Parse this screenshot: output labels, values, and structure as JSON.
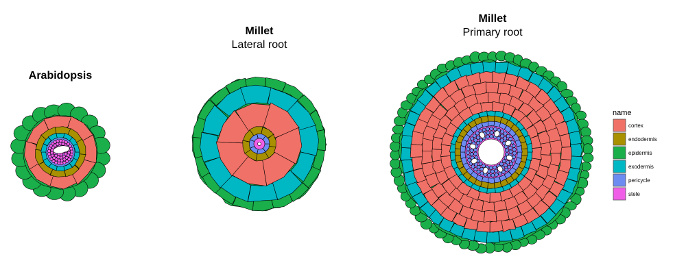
{
  "panels": [
    {
      "id": "arabidopsis",
      "title": "Arabidopsis",
      "subtitle": ""
    },
    {
      "id": "millet-lateral",
      "title": "Millet",
      "subtitle": "Lateral root"
    },
    {
      "id": "millet-primary",
      "title": "Millet",
      "subtitle": "Primary root"
    }
  ],
  "legend": {
    "title": "name",
    "items": [
      {
        "key": "cortex",
        "label": "cortex",
        "color": "#f07167"
      },
      {
        "key": "endodermis",
        "label": "endodermis",
        "color": "#a89000"
      },
      {
        "key": "epidermis",
        "label": "epidermis",
        "color": "#1aaf4a"
      },
      {
        "key": "exodermis",
        "label": "exodermis",
        "color": "#00b8c4"
      },
      {
        "key": "pericycle",
        "label": "pericycle",
        "color": "#6d8cf2"
      },
      {
        "key": "stele",
        "label": "stele",
        "color": "#f05ee8"
      }
    ]
  }
}
